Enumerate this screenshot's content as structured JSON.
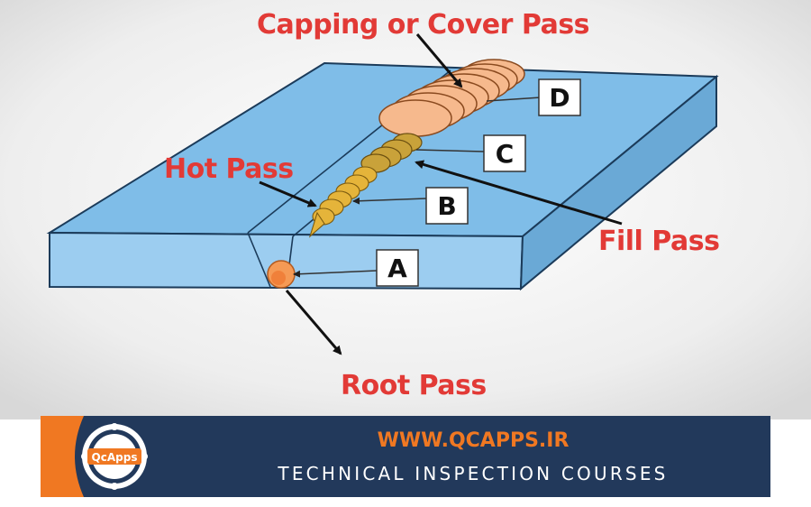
{
  "diagram": {
    "labels": {
      "capping": "Capping or Cover Pass",
      "hot": "Hot Pass",
      "fill": "Fill Pass",
      "root": "Root Pass"
    },
    "pass_letters": {
      "a": "A",
      "b": "B",
      "c": "C",
      "d": "D"
    },
    "colors": {
      "plate_top": "#7fbde8",
      "plate_side": "#9ccdf0",
      "callout": "#e23a36",
      "root": "#f59a55",
      "hot": "#e5b43a",
      "fill": "#c9a23a",
      "cap": "#f6b98d"
    }
  },
  "banner": {
    "logo_text": "QcApps",
    "url": "WWW.QCAPPS.IR",
    "tagline": "TECHNICAL INSPECTION COURSES",
    "colors": {
      "navy": "#22395b",
      "orange": "#f07822"
    }
  }
}
